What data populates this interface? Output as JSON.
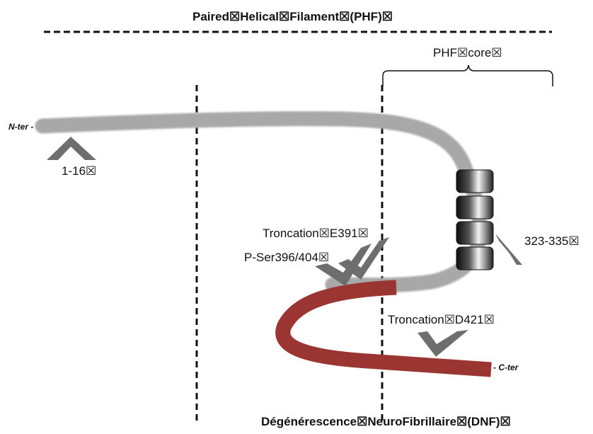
{
  "header": {
    "title": "Paired☒Helical☒Filament☒(PHF)☒"
  },
  "core": {
    "label": "PHF☒core☒"
  },
  "termini": {
    "n_ter": "N-ter -",
    "c_ter": "- C-ter"
  },
  "sites": {
    "site_1_16": "1-16☒",
    "site_323_335": "323-335☒",
    "trunc_e391": "Troncation☒E391☒",
    "pser": "P-Ser396/404☒",
    "trunc_d421": "Troncation☒D421☒"
  },
  "footer": {
    "title": "Dégénérescence☒NeuroFibrillaire☒(DNF)☒"
  },
  "colors": {
    "chain": "#a8a8a8",
    "truncated": "#9a3532",
    "marker": "#6e6e6e",
    "block": "#2b2b2b"
  }
}
